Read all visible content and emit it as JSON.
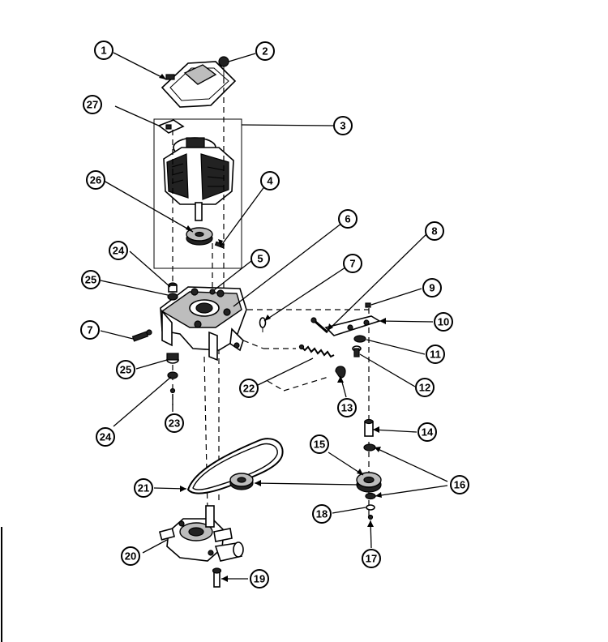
{
  "diagram": {
    "callouts": [
      {
        "id": "c1",
        "label": "1"
      },
      {
        "id": "c2",
        "label": "2"
      },
      {
        "id": "c3",
        "label": "3"
      },
      {
        "id": "c4",
        "label": "4"
      },
      {
        "id": "c5",
        "label": "5"
      },
      {
        "id": "c6",
        "label": "6"
      },
      {
        "id": "c7a",
        "label": "7"
      },
      {
        "id": "c7b",
        "label": "7"
      },
      {
        "id": "c8",
        "label": "8"
      },
      {
        "id": "c9",
        "label": "9"
      },
      {
        "id": "c10",
        "label": "10"
      },
      {
        "id": "c11",
        "label": "11"
      },
      {
        "id": "c12",
        "label": "12"
      },
      {
        "id": "c13",
        "label": "13"
      },
      {
        "id": "c14",
        "label": "14"
      },
      {
        "id": "c15",
        "label": "15"
      },
      {
        "id": "c16",
        "label": "16"
      },
      {
        "id": "c17",
        "label": "17"
      },
      {
        "id": "c18",
        "label": "18"
      },
      {
        "id": "c19",
        "label": "19"
      },
      {
        "id": "c20",
        "label": "20"
      },
      {
        "id": "c21",
        "label": "21"
      },
      {
        "id": "c22",
        "label": "22"
      },
      {
        "id": "c23",
        "label": "23"
      },
      {
        "id": "c24a",
        "label": "24"
      },
      {
        "id": "c24b",
        "label": "24"
      },
      {
        "id": "c25a",
        "label": "25"
      },
      {
        "id": "c25b",
        "label": "25"
      },
      {
        "id": "c26",
        "label": "26"
      },
      {
        "id": "c27",
        "label": "27"
      }
    ]
  }
}
